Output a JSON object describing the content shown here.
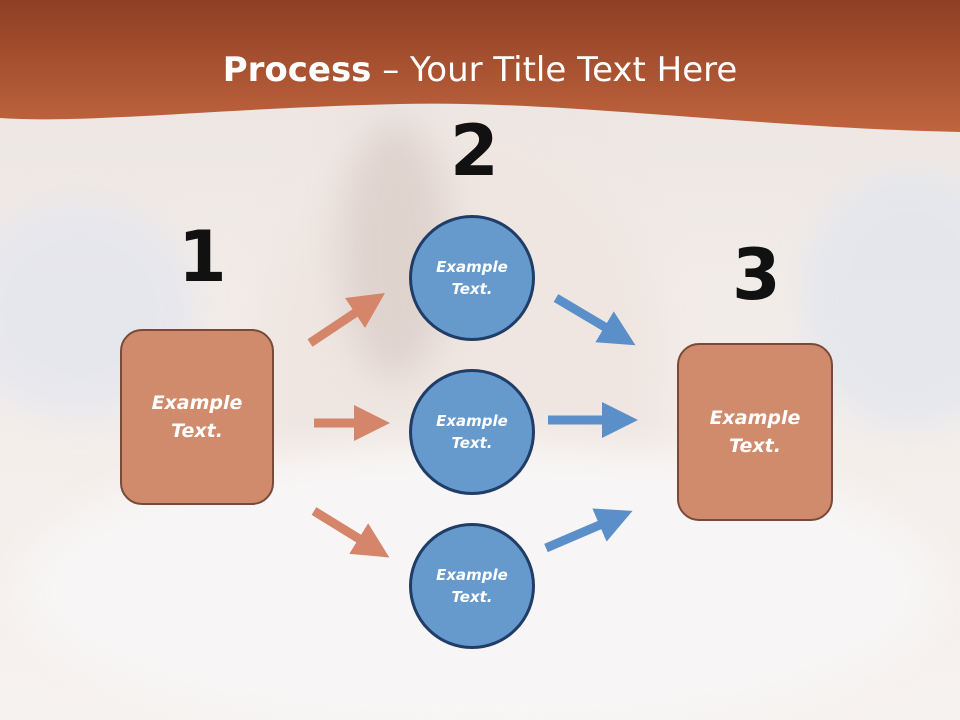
{
  "title": {
    "bold": "Process",
    "rest": " – Your Title Text Here"
  },
  "steps": [
    {
      "number": "1"
    },
    {
      "number": "2"
    },
    {
      "number": "3"
    }
  ],
  "nodes": {
    "left_box": "Example Text.",
    "circle_top": "Example Text.",
    "circle_middle": "Example Text.",
    "circle_bottom": "Example Text.",
    "right_box": "Example Text."
  },
  "colors": {
    "banner": "#a8502f",
    "box_fill": "#d08a6c",
    "circle_fill": "#6699cc",
    "orange_arrow": "#d4856a",
    "blue_arrow": "#5b8fc9"
  }
}
